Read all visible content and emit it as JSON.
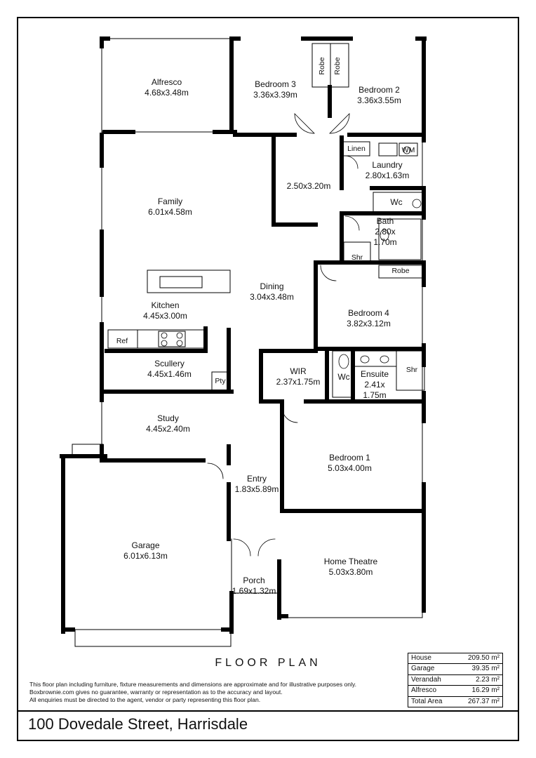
{
  "rooms": {
    "alfresco": {
      "name": "Alfresco",
      "dims": "4.68x3.48m"
    },
    "bedroom3": {
      "name": "Bedroom 3",
      "dims": "3.36x3.39m"
    },
    "bedroom2": {
      "name": "Bedroom 2",
      "dims": "3.36x3.55m"
    },
    "hall": {
      "dims": "2.50x3.20m"
    },
    "laundry": {
      "name": "Laundry",
      "dims": "2.80x1.63m"
    },
    "family": {
      "name": "Family",
      "dims": "6.01x4.58m"
    },
    "bath": {
      "name": "Bath",
      "dims1": "2.80x",
      "dims2": "1.70m"
    },
    "dining": {
      "name": "Dining",
      "dims": "3.04x3.48m"
    },
    "kitchen": {
      "name": "Kitchen",
      "dims": "4.45x3.00m"
    },
    "bedroom4": {
      "name": "Bedroom 4",
      "dims": "3.82x3.12m"
    },
    "scullery": {
      "name": "Scullery",
      "dims": "4.45x1.46m"
    },
    "wir": {
      "name": "WIR",
      "dims": "2.37x1.75m"
    },
    "ensuite": {
      "name": "Ensuite",
      "dims1": "2.41x",
      "dims2": "1.75m"
    },
    "study": {
      "name": "Study",
      "dims": "4.45x2.40m"
    },
    "bedroom1": {
      "name": "Bedroom 1",
      "dims": "5.03x4.00m"
    },
    "entry": {
      "name": "Entry",
      "dims": "1.83x5.89m"
    },
    "garage": {
      "name": "Garage",
      "dims": "6.01x6.13m"
    },
    "home_theatre": {
      "name": "Home Theatre",
      "dims": "5.03x3.80m"
    },
    "porch": {
      "name": "Porch",
      "dims": "1.69x1.32m"
    }
  },
  "fixtures": {
    "robe_a": "Robe",
    "robe_b": "Robe",
    "robe_c": "Robe",
    "linen": "Linen",
    "wm": "WM",
    "wc_a": "Wc",
    "wc_b": "Wc",
    "shr_a": "Shr",
    "shr_b": "Shr",
    "ref": "Ref",
    "pty": "Pty"
  },
  "title": "FLOOR PLAN",
  "disclaimer": [
    "This floor plan including furniture, fixture measurements and dimensions are approximate and for illustrative purposes only.",
    "Boxbrownie.com gives no guarantee, warranty or representation as to the accuracy and layout.",
    "All enquiries must be directed to the agent, vendor or party representing this floor plan."
  ],
  "area_table": [
    {
      "label": "House",
      "value": "209.50 m²"
    },
    {
      "label": "Garage",
      "value": "39.35 m²"
    },
    {
      "label": "Verandah",
      "value": "2.23 m²"
    },
    {
      "label": "Alfresco",
      "value": "16.29 m²"
    },
    {
      "label": "Total Area",
      "value": "267.37 m²"
    }
  ],
  "address": "100 Dovedale Street, Harrisdale"
}
